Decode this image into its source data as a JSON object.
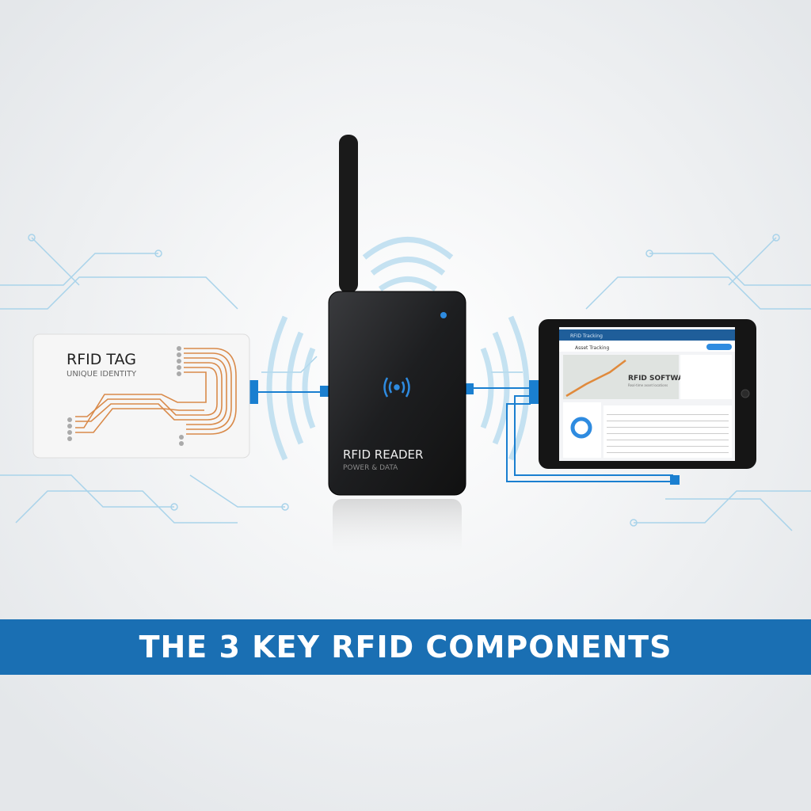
{
  "tag": {
    "title": "RFID TAG",
    "subtitle": "UNIQUE IDENTITY"
  },
  "reader": {
    "title": "RFID READER",
    "subtitle": "POWER & DATA",
    "icon": "nfc-wave-icon"
  },
  "software": {
    "app_header": "RFID Tracking",
    "page_title": "Asset Tracking",
    "overlay_title": "RFID SOFTWARE",
    "overlay_subtitle": "Real-time asset locations"
  },
  "banner": {
    "title": "THE 3 KEY RFID COMPONENTS"
  },
  "colors": {
    "accent": "#1a6fb3",
    "copper": "#d98a4a",
    "circuit": "#a9d3ea",
    "device": "#1c1c1e"
  }
}
